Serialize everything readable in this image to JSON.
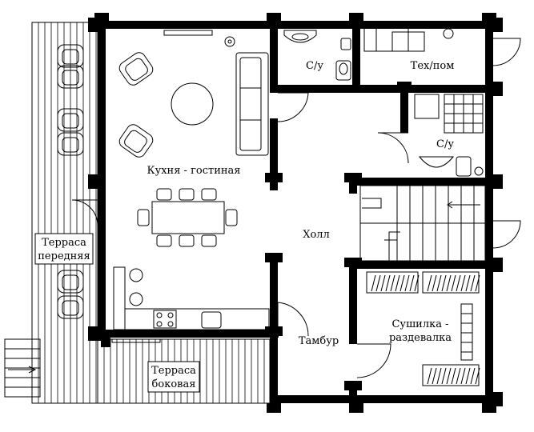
{
  "rooms": {
    "kitchen_living": "Кухня - гостиная",
    "wc_top": "С/у",
    "tech_room": "Тех/пом",
    "wc_right": "С/у",
    "hall": "Холл",
    "vestibule": "Тамбур",
    "dryer_line1": "Сушилка -",
    "dryer_line2": "раздевалка",
    "terrace_front_line1": "Терраса",
    "terrace_front_line2": "передняя",
    "terrace_side_line1": "Терраса",
    "terrace_side_line2": "боковая"
  }
}
